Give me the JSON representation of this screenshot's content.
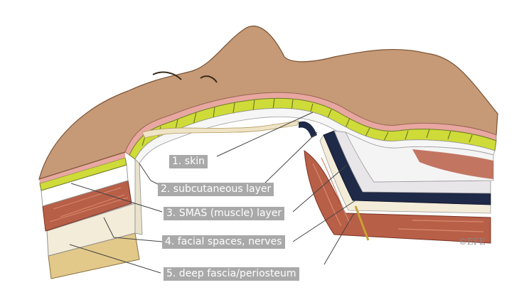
{
  "labels": [
    "1. skin",
    "2. subcutaneous layer",
    "3. SMAS (muscle) layer",
    "4. facial spaces, nerves",
    "5. deep fascia/periosteum"
  ],
  "signature": "©EFE",
  "colors": {
    "skin": "#c69a76",
    "dermis": "#e8a7a0",
    "fat": "#cfdb38",
    "fat_septa": "#6e7d2a",
    "smas": "#ffffff",
    "muscle": "#b85f48",
    "fascia": "#1f2a48",
    "bone": "#e2c98a",
    "label_bg": "#a9a9a9",
    "leader": "#444444"
  }
}
